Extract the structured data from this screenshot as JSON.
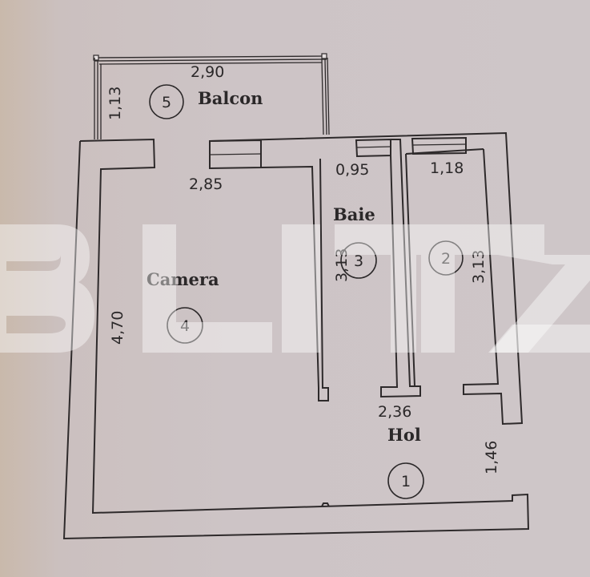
{
  "plan": {
    "watermark": "BLITZ",
    "rooms": [
      {
        "number": "1",
        "name": "Hol"
      },
      {
        "number": "2",
        "name": ""
      },
      {
        "number": "3",
        "name": "Baie"
      },
      {
        "number": "4",
        "name": "Camera"
      },
      {
        "number": "5",
        "name": "Balcon"
      }
    ],
    "dimensions": {
      "balcon_width": "2,90",
      "balcon_depth": "1,13",
      "camera_width": "2,85",
      "camera_length": "4,70",
      "baie_width": "0,95",
      "baie_length": "3,13",
      "room2_width": "1,18",
      "room2_length": "3,13",
      "hol_width": "2,36",
      "hol_length": "1,46"
    }
  }
}
